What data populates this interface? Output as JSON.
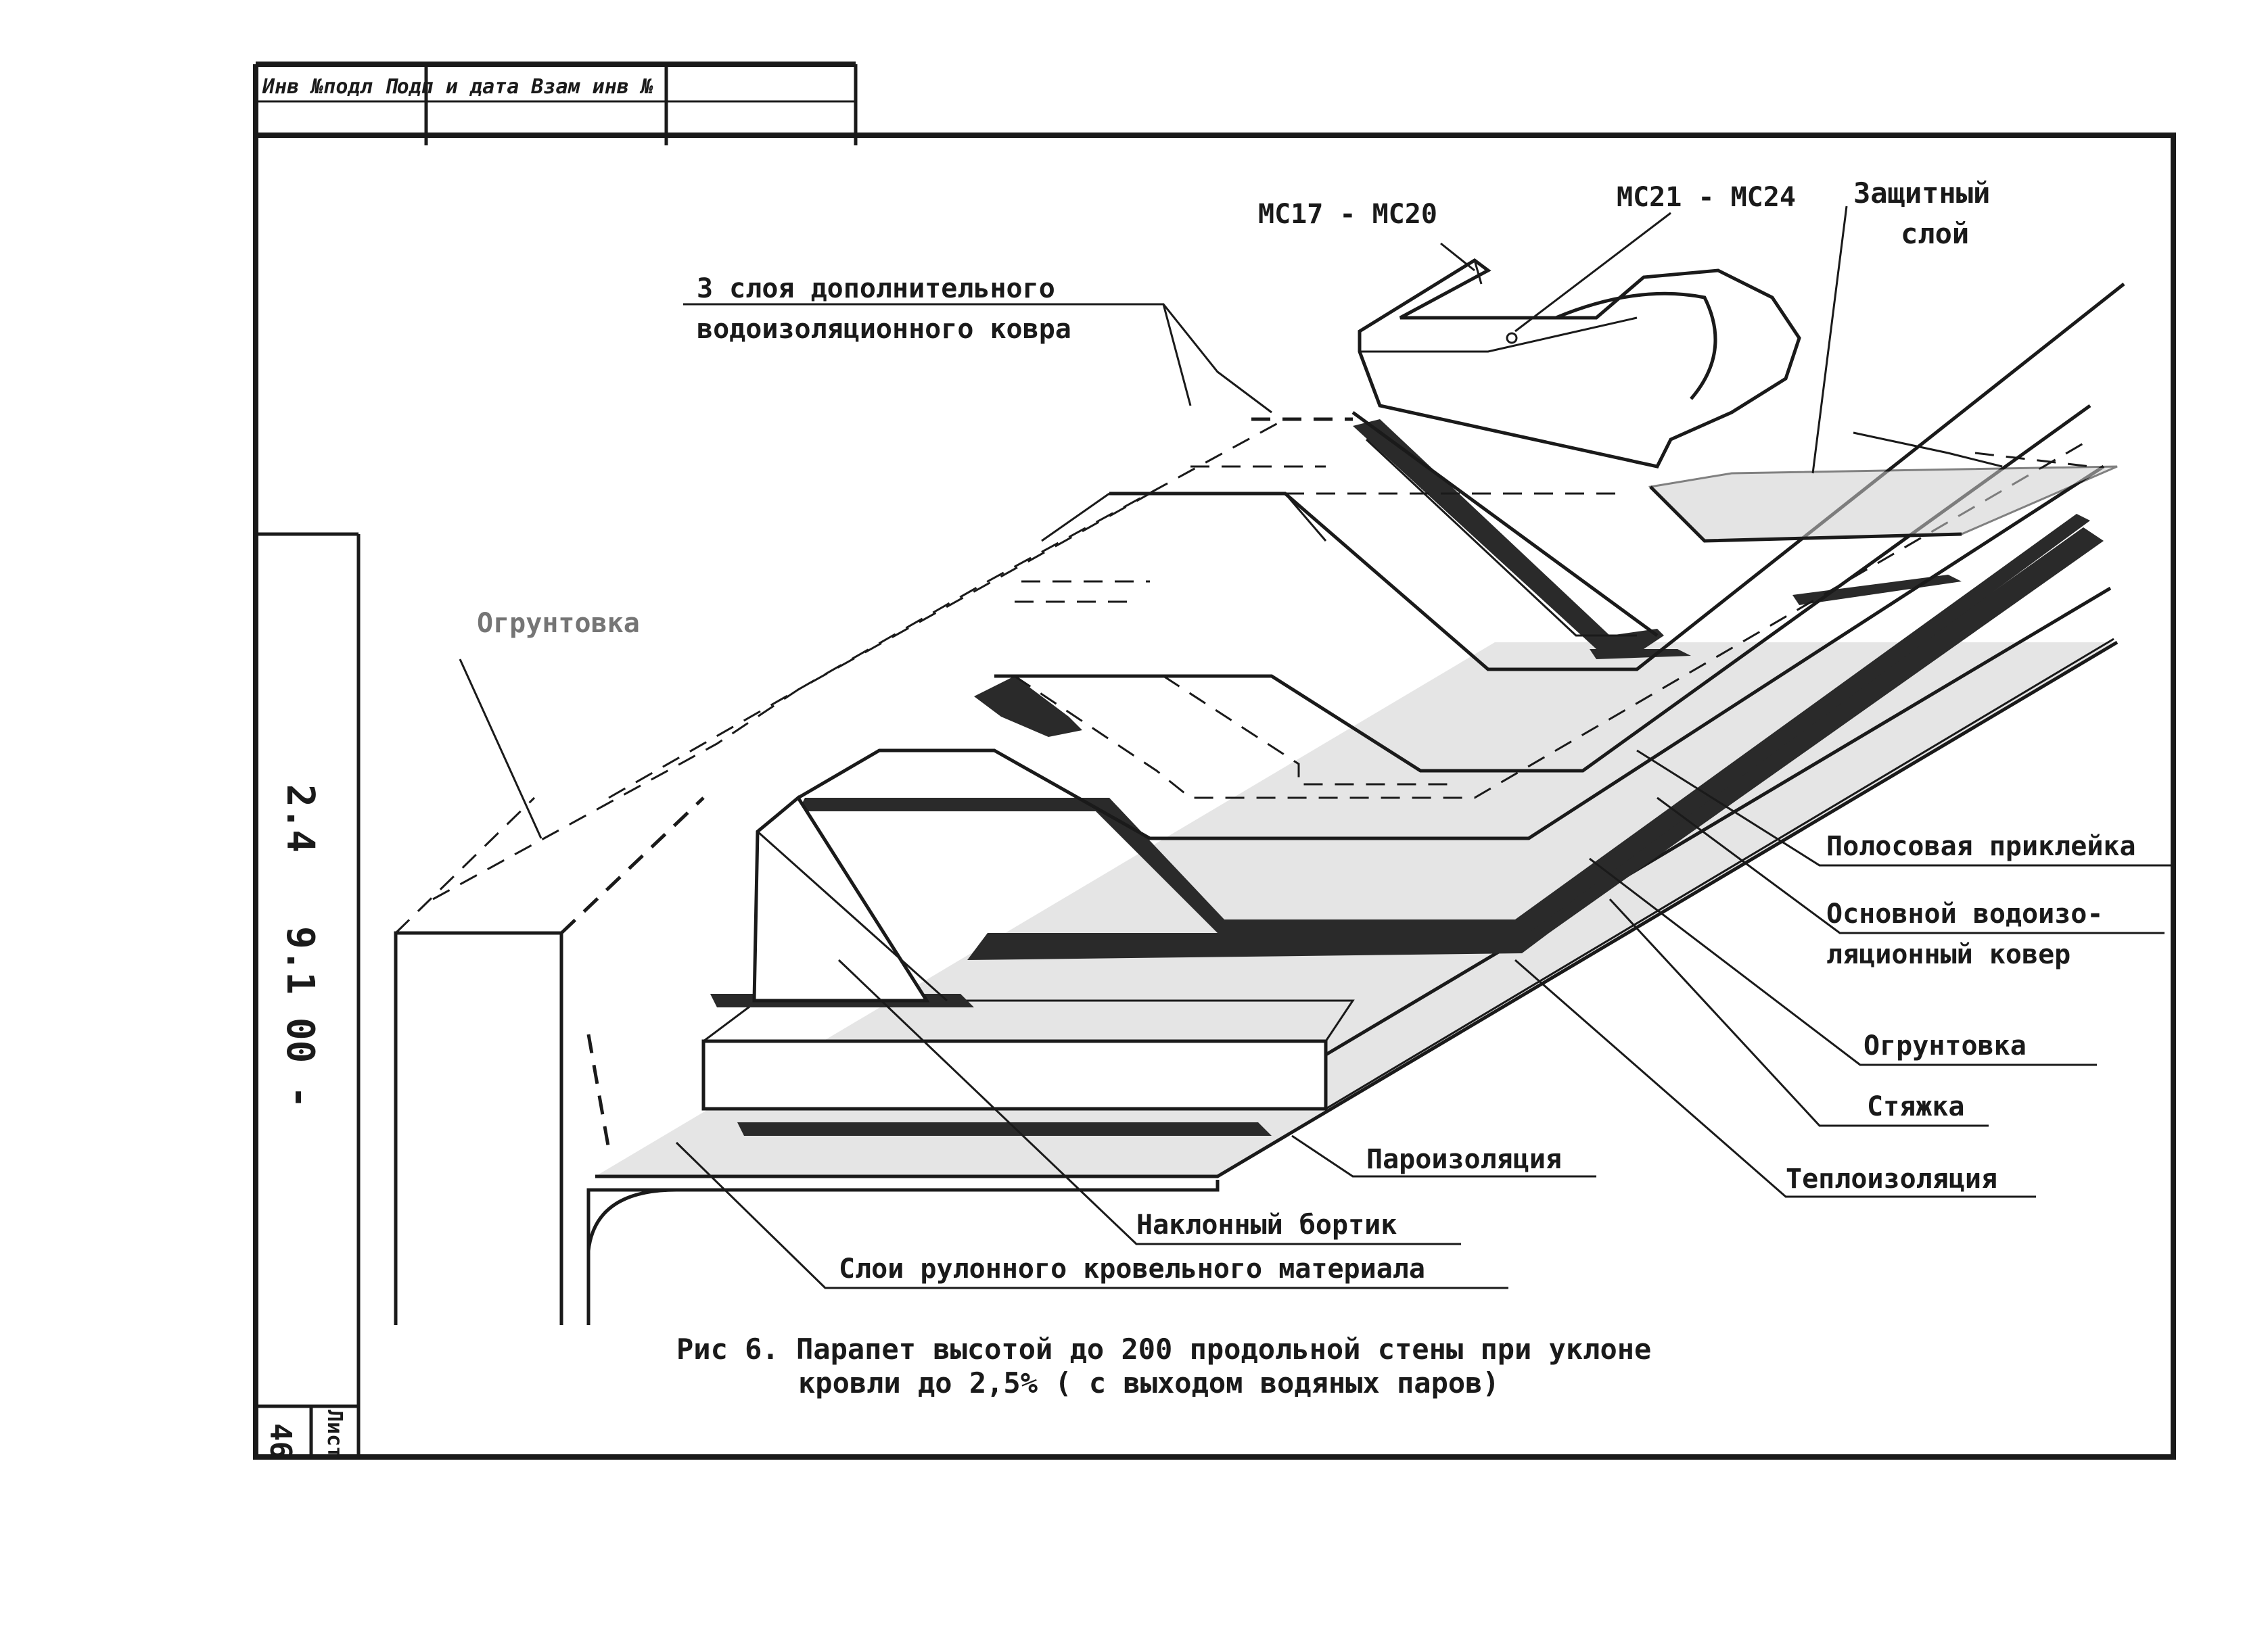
{
  "title_block": {
    "stamp_text": "Инв №подл  Подп и дата  Взам инв №",
    "side_code_top": "2.4",
    "side_code_bottom": "9.1 00 -",
    "sheet_label": "Лист",
    "sheet_number": "46"
  },
  "callouts": {
    "ms17_ms20": "МС17 - МС20",
    "ms21_ms24": "МС21 - МС24",
    "protective_layer_1": "Защитный",
    "protective_layer_2": "слой",
    "additional_carpet_1": "3 слоя дополнительного",
    "additional_carpet_2": "водоизоляционного ковра",
    "primer_left": "Огрунтовка",
    "strip_gluing": "Полосовая приклейка",
    "main_carpet_1": "Основной водоизо-",
    "main_carpet_2": "ляционный ковер",
    "primer_right": "Огрунтовка",
    "screed": "Стяжка",
    "vapor_barrier": "Пароизоляция",
    "thermal_insulation": "Теплоизоляция",
    "sloped_fillet": "Наклонный бортик",
    "roll_material_layers": "Слои рулонного кровельного материала"
  },
  "caption": {
    "line1": "Рис 6. Парапет высотой до 200 продольной стены при уклоне",
    "line2": "кровли до 2,5%   ( с выходом водяных паров)"
  },
  "colors": {
    "ink": "#1a1a1a",
    "paper": "#ffffff"
  }
}
